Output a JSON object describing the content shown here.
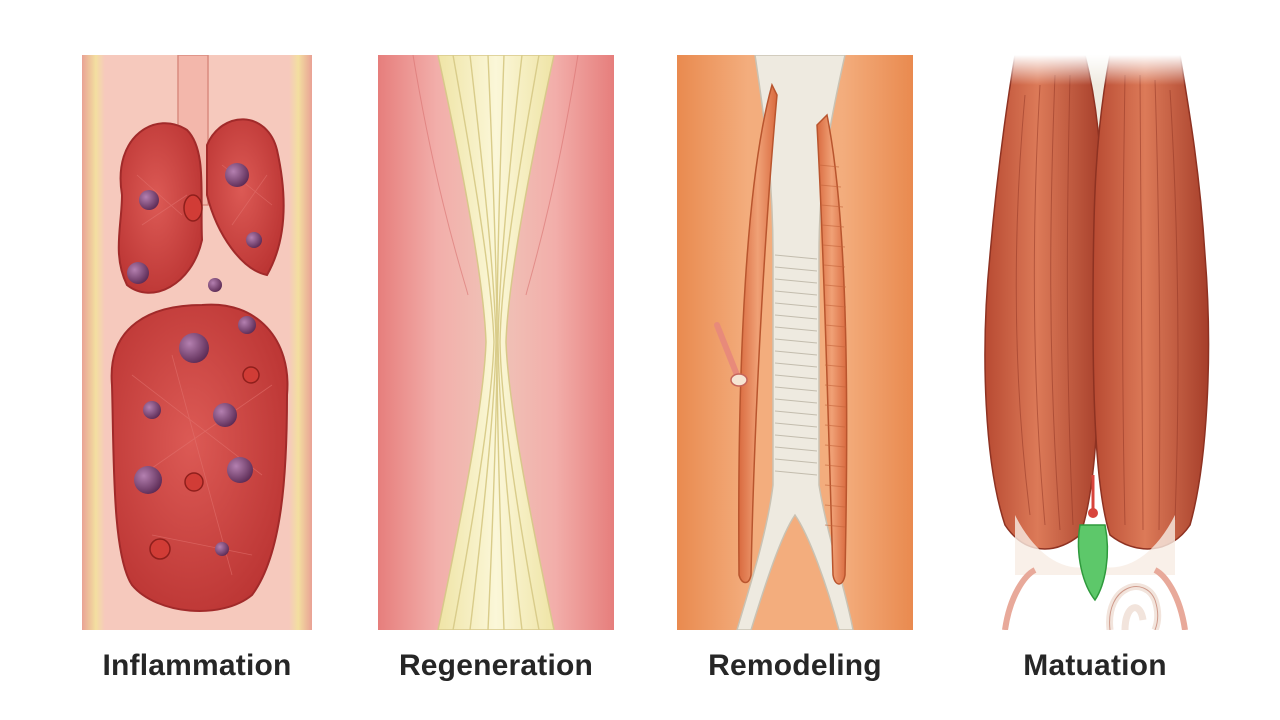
{
  "stages": [
    {
      "id": "inflammation",
      "label": "Inflammation"
    },
    {
      "id": "regeneration",
      "label": "Regeneration"
    },
    {
      "id": "remodeling",
      "label": "Remodeling"
    },
    {
      "id": "maturation",
      "label": "Matuation"
    }
  ],
  "colors": {
    "inflammation_tissue": "#c9413f",
    "inflammation_cells": "#7a3f6e",
    "regeneration_fibers": "#f3eeb8",
    "regeneration_tissue": "#e98e8c",
    "remodeling_tissue": "#f0a067",
    "remodeling_tendon": "#e8e3d8",
    "maturation_muscle": "#c35a3b",
    "maturation_accent": "#5dc86a"
  }
}
